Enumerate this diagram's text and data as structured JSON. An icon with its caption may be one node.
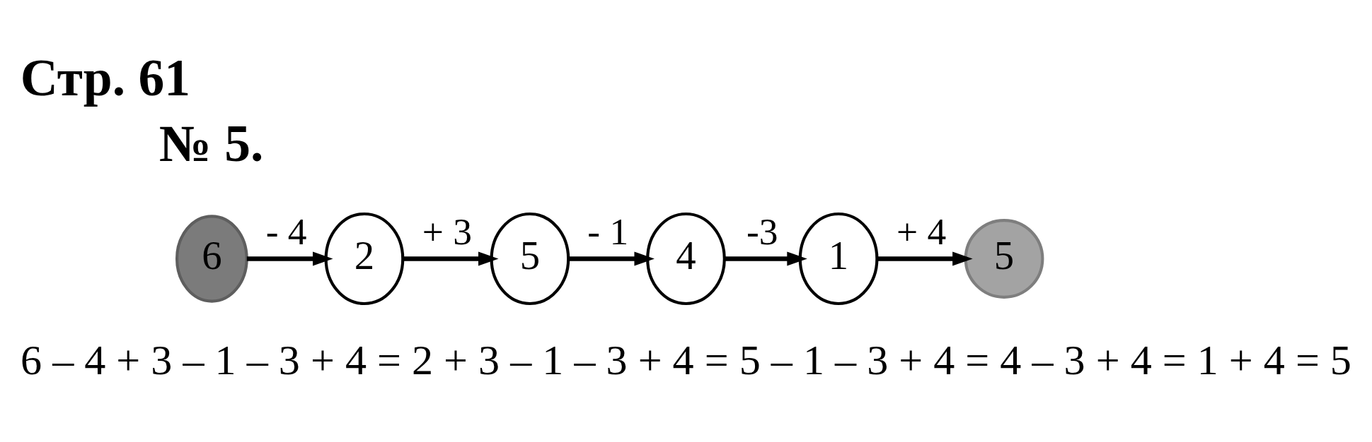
{
  "diagram": {
    "title": "Стр. 61",
    "nodes": [
      {
        "text": [
          "6"
        ]
      },
      {
        "text": [
          "2"
        ]
      },
      {
        "text": [
          "5"
        ]
      },
      {
        "text": [
          "4"
        ]
      },
      {
        "text": [
          "1"
        ]
      },
      {
        "text": [
          "5"
        ]
      }
    ],
    "edges": [
      {
        "from": 0,
        "to": 1,
        "arrow": "to",
        "label": "- 4"
      },
      {
        "from": 1,
        "to": 2,
        "arrow": "to",
        "label": "+ 3"
      },
      {
        "from": 2,
        "to": 3,
        "arrow": "to",
        "label": "- 1"
      },
      {
        "from": 3,
        "to": 4,
        "arrow": "to",
        "label": "-3"
      },
      {
        "from": 4,
        "to": 5,
        "arrow": "to",
        "label": "+ 4"
      }
    ],
    "labels": [
      "№ 5.",
      "6 – 4 + 3 – 1 – 3 + 4 = 2 + 3 – 1 – 3 + 4 = 5 – 1 – 3 + 4 = 4 – 3 + 4 = 1 + 4 = 5"
    ]
  }
}
